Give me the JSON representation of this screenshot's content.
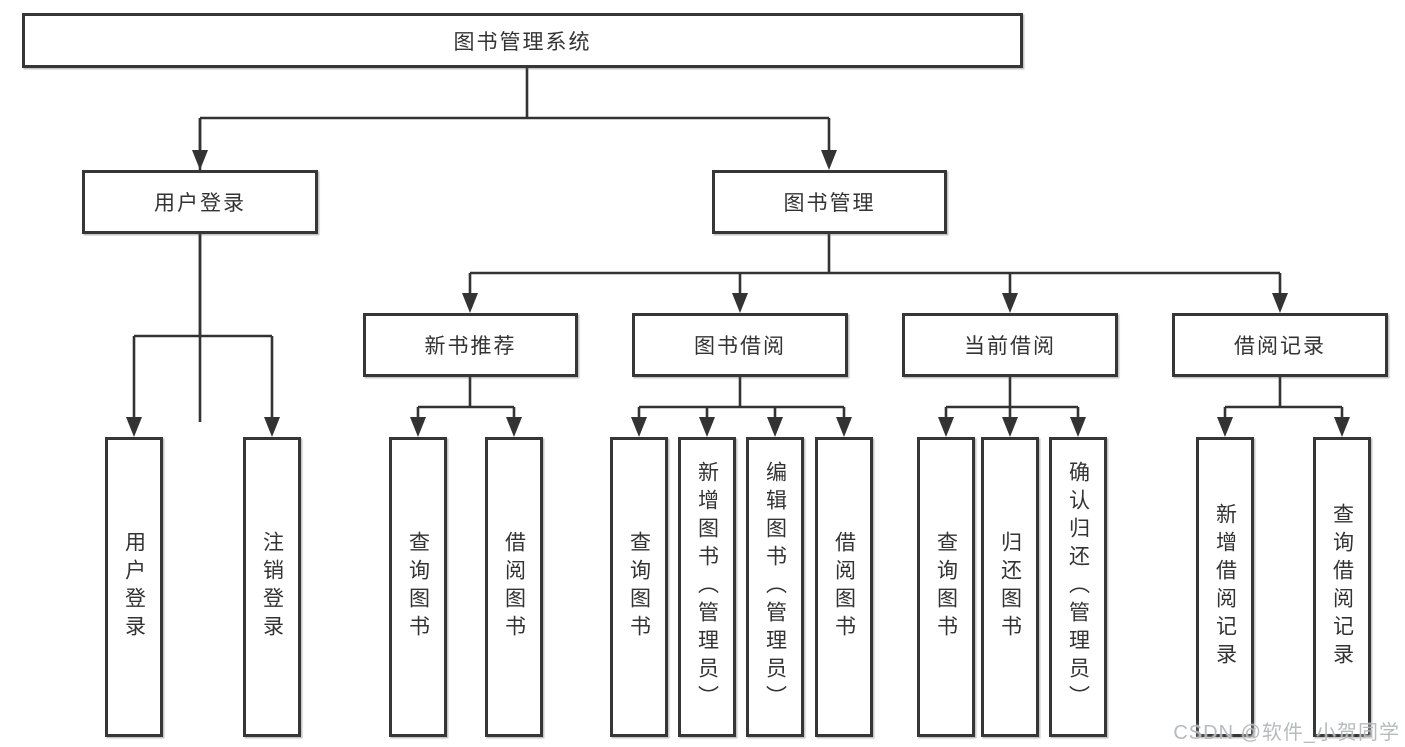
{
  "tree": {
    "label": "图书管理系统",
    "children": [
      {
        "label": "用户登录",
        "children": [
          {
            "label": "用户登录"
          },
          {
            "label": "注销登录"
          }
        ]
      },
      {
        "label": "图书管理",
        "children": [
          {
            "label": "新书推荐",
            "children": [
              {
                "label": "查询图书"
              },
              {
                "label": "借阅图书"
              }
            ]
          },
          {
            "label": "图书借阅",
            "children": [
              {
                "label": "查询图书"
              },
              {
                "label": "新增图书（管理员）"
              },
              {
                "label": "编辑图书（管理员）"
              },
              {
                "label": "借阅图书"
              }
            ]
          },
          {
            "label": "当前借阅",
            "children": [
              {
                "label": "查询图书"
              },
              {
                "label": "归还图书"
              },
              {
                "label": "确认归还（管理员）"
              }
            ]
          },
          {
            "label": "借阅记录",
            "children": [
              {
                "label": "新增借阅记录"
              },
              {
                "label": "查询借阅记录"
              }
            ]
          }
        ]
      }
    ]
  },
  "watermark": "CSDN @软件_小贺同学",
  "colors": {
    "line": "#333333",
    "node_border": "#363636",
    "text": "#333333",
    "watermark": "#b2b7bc",
    "background": "#ffffff"
  }
}
